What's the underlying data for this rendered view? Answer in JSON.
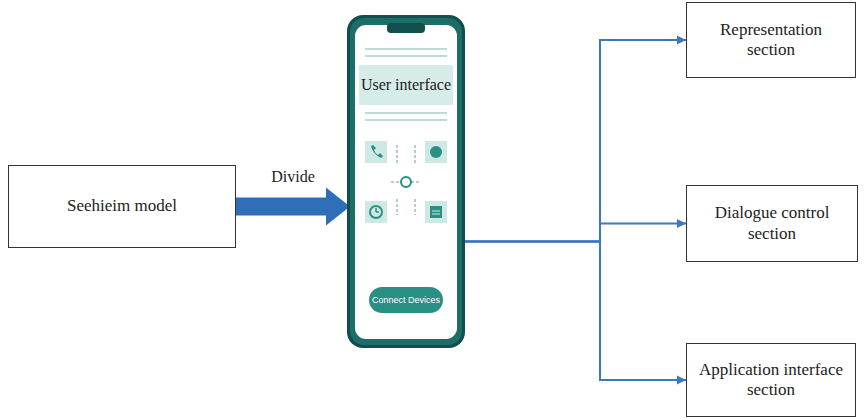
{
  "diagram": {
    "nodes": [
      {
        "text": [
          "Seehieim model"
        ]
      },
      {
        "text": [
          "User interface"
        ]
      },
      {
        "text": [
          "Connect Devices"
        ],
        "in": 1
      },
      {
        "text": [
          "Representation section"
        ]
      },
      {
        "text": [
          "Dialogue control section"
        ]
      },
      {
        "text": [
          "Application interface section"
        ]
      }
    ],
    "edges": [
      {
        "from": 0,
        "to": 1,
        "label": "Divide",
        "arrow": "to"
      },
      {
        "from": 1,
        "to": 3,
        "arrow": "to"
      },
      {
        "from": 1,
        "to": 4,
        "arrow": "to"
      },
      {
        "from": 1,
        "to": 5,
        "arrow": "to"
      }
    ]
  }
}
